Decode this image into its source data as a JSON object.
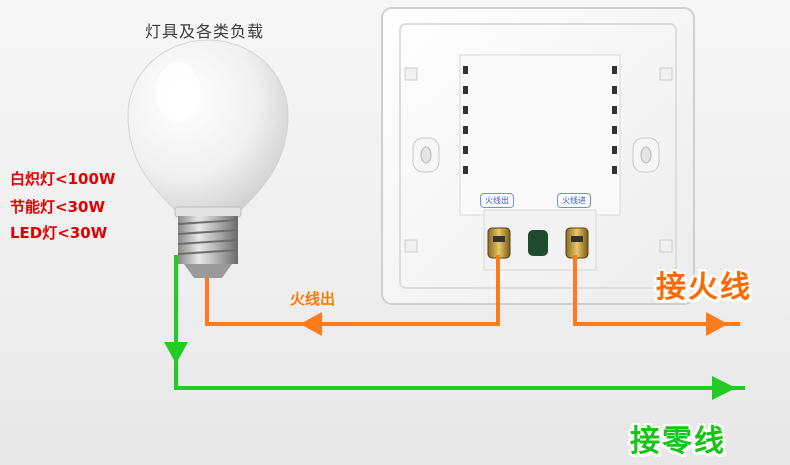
{
  "diagram": {
    "title": "灯具及各类负载",
    "specs": [
      "白炽灯<100W",
      "节能灯<30W",
      "LED灯<30W"
    ],
    "line_out_label": "火线出",
    "live_label": "接火线",
    "neutral_label": "接零线",
    "terminal_out": "火线出",
    "terminal_in": "火线进"
  },
  "colors": {
    "live": "#ff7a1a",
    "neutral": "#22cc22",
    "spec_text": "#e00000",
    "terminal_text": "#2a58c8"
  }
}
